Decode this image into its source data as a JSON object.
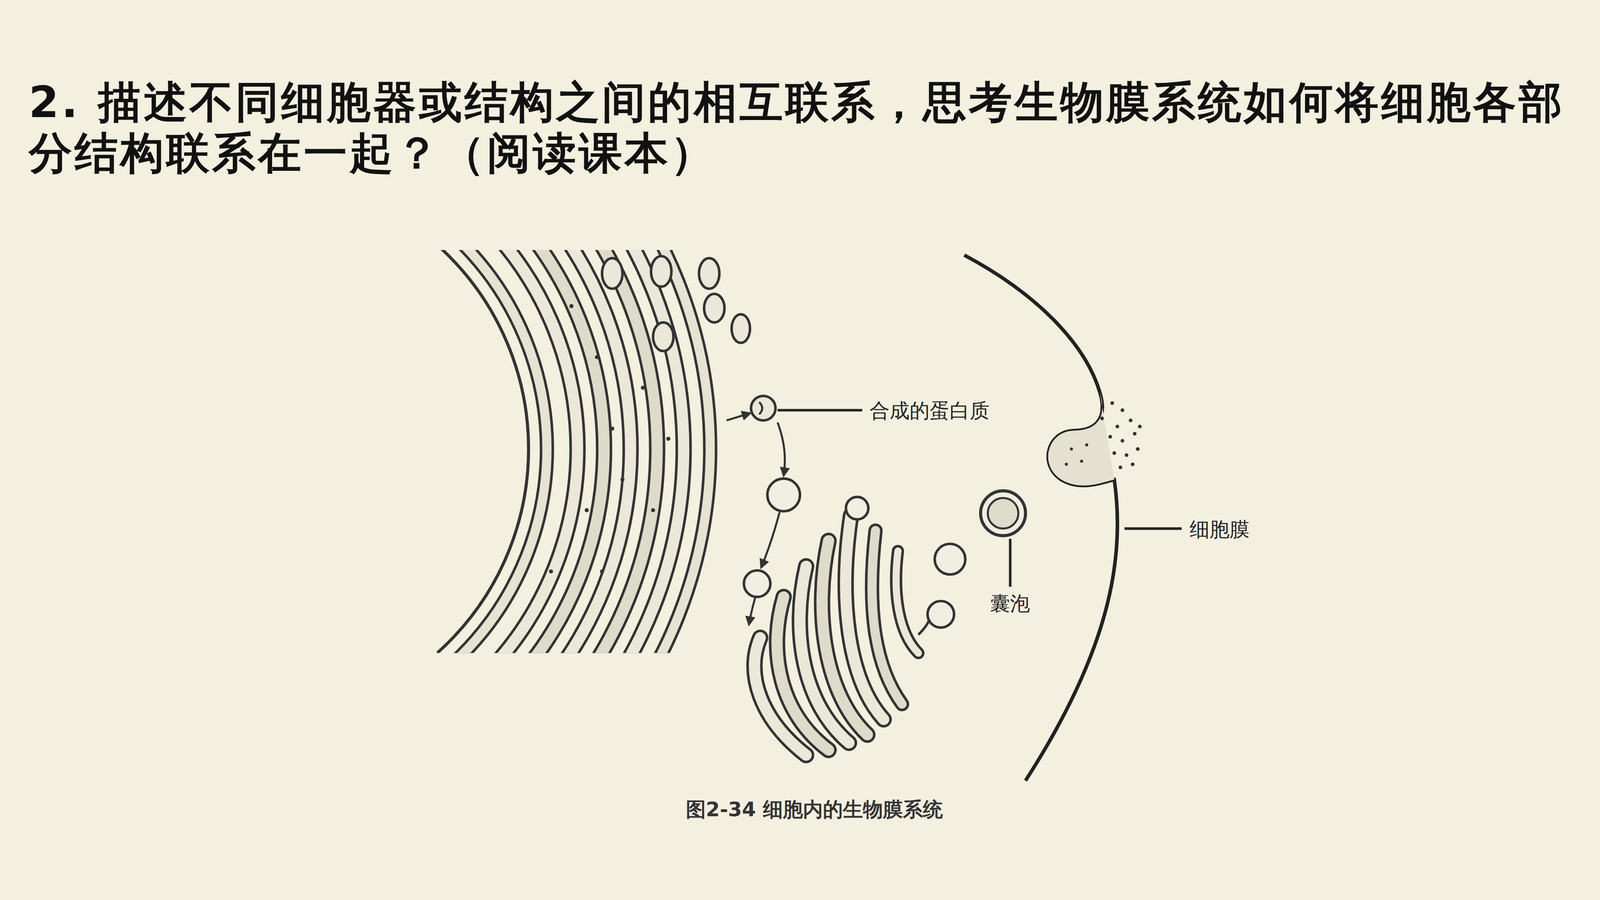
{
  "diagram": {
    "title": "2. 描述不同细胞器或结构之间的相互联系，思考生物膜系统如何将细胞各部分结构联系在一起？（阅读课本）",
    "caption": "图2-34 细胞内的生物膜系统",
    "labels": [
      "合成的蛋白质",
      "细胞膜",
      "囊泡"
    ]
  }
}
